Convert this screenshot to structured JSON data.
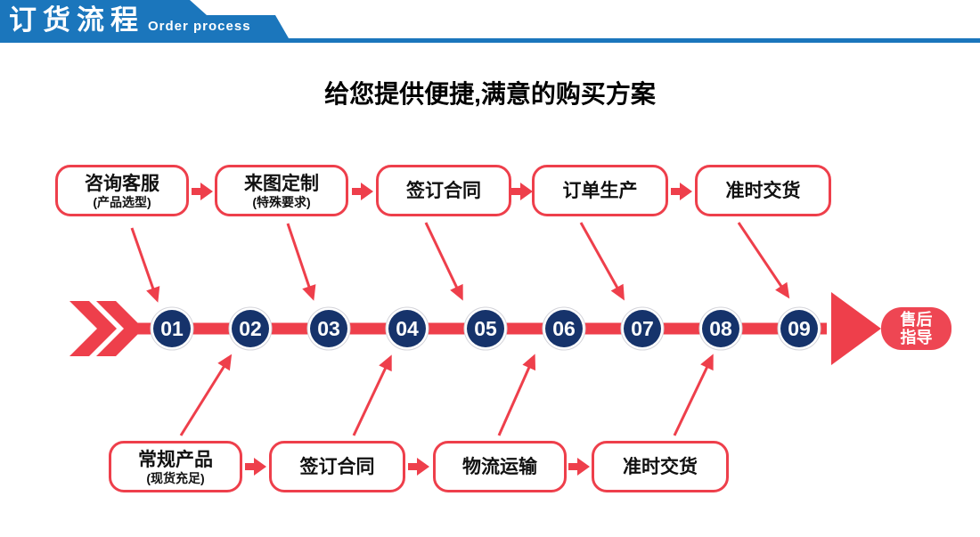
{
  "header": {
    "title": "订货流程",
    "subtitle": "Order process"
  },
  "main_title": "给您提供便捷,满意的购买方案",
  "colors": {
    "header_blue": "#1b76bc",
    "flow_red": "#ee3f4b",
    "badge_red": "#ee4653",
    "step_navy": "#16336b",
    "text_black": "#111111",
    "text_white": "#ffffff"
  },
  "top_flow": {
    "boxes": [
      {
        "title": "咨询客服",
        "subtitle": "(产品选型)"
      },
      {
        "title": "来图定制",
        "subtitle": "(特殊要求)"
      },
      {
        "title": "签订合同"
      },
      {
        "title": "订单生产"
      },
      {
        "title": "准时交货"
      }
    ]
  },
  "bottom_flow": {
    "boxes": [
      {
        "title": "常规产品",
        "subtitle": "(现货充足)"
      },
      {
        "title": "签订合同"
      },
      {
        "title": "物流运输"
      },
      {
        "title": "准时交货"
      }
    ]
  },
  "timeline": {
    "steps": [
      "01",
      "02",
      "03",
      "04",
      "05",
      "06",
      "07",
      "08",
      "09"
    ],
    "end_badge": {
      "line1": "售后",
      "line2": "指导"
    }
  }
}
